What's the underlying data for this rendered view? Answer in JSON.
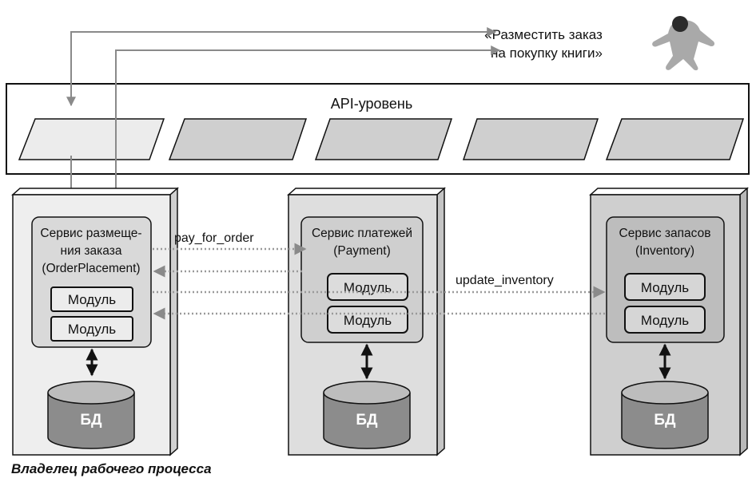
{
  "request_label": {
    "line1": "«Разместить заказ",
    "line2": "на покупку книги»"
  },
  "user_icon": "user-figure-icon",
  "api_layer": {
    "label": "API-уровень",
    "endpoint_count": 5
  },
  "services": [
    {
      "title_lines": [
        "Сервис размеще-",
        "ния заказа",
        "(OrderPlacement)"
      ],
      "modules": [
        "Модуль",
        "Модуль"
      ],
      "db_label": "БД",
      "fill": "#eeeeee",
      "box_fill": "#d9d9d9"
    },
    {
      "title_lines": [
        "Сервис платежей",
        "(Payment)"
      ],
      "modules": [
        "Модуль",
        "Модуль"
      ],
      "db_label": "БД",
      "fill": "#dedede",
      "box_fill": "#cfcfcf"
    },
    {
      "title_lines": [
        "Сервис запасов",
        "(Inventory)"
      ],
      "modules": [
        "Модуль",
        "Модуль"
      ],
      "db_label": "БД",
      "fill": "#cfcfcf",
      "box_fill": "#bdbdbd"
    }
  ],
  "calls": {
    "pay": "pay_for_order",
    "update": "update_inventory"
  },
  "owner_caption": "Владелец рабочего процесса",
  "colors": {
    "arrow": "#8a8a8a",
    "stroke": "#111111",
    "db": "#8c8c8c"
  }
}
